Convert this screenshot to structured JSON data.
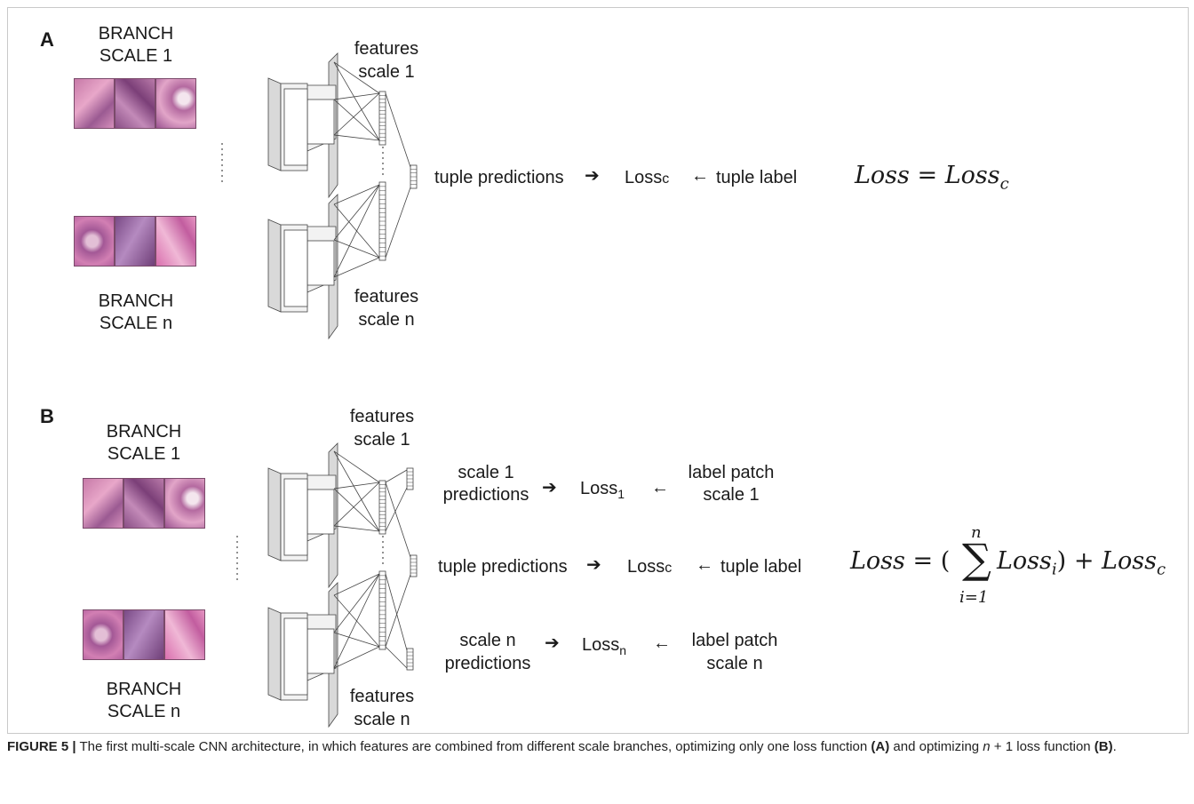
{
  "panel_a": {
    "letter": "A",
    "branch_top": [
      "BRANCH",
      "SCALE 1"
    ],
    "branch_bottom": [
      "BRANCH",
      "SCALE n"
    ],
    "features_top": [
      "features",
      "scale 1"
    ],
    "features_bottom": [
      "features",
      "scale n"
    ],
    "flow": {
      "predictions": "tuple predictions",
      "loss": "Loss",
      "loss_sub": "c",
      "label": "tuple label"
    },
    "formula": {
      "lhs": "Loss",
      "eq": "=",
      "rhs": "Loss",
      "rhs_sub": "c"
    }
  },
  "panel_b": {
    "letter": "B",
    "branch_top": [
      "BRANCH",
      "SCALE 1"
    ],
    "branch_bottom": [
      "BRANCH",
      "SCALE n"
    ],
    "features_top": [
      "features",
      "scale 1"
    ],
    "features_bottom": [
      "features",
      "scale n"
    ],
    "rows": [
      {
        "pred": [
          "scale 1",
          "predictions"
        ],
        "loss": "Loss",
        "loss_sub": "1",
        "label": [
          "label patch",
          "scale 1"
        ]
      },
      {
        "pred": [
          "tuple predictions"
        ],
        "loss": "Loss",
        "loss_sub": "c",
        "label": [
          "tuple label"
        ]
      },
      {
        "pred": [
          "scale n",
          "predictions"
        ],
        "loss": "Loss",
        "loss_sub": "n",
        "label": [
          "label patch",
          "scale n"
        ]
      }
    ],
    "formula": {
      "lhs": "Loss",
      "eq": "=",
      "open": "(",
      "sum_top": "n",
      "sum_bottom": "i=1",
      "term": "Loss",
      "term_sub": "i",
      "close": ")",
      "plus": "+",
      "rhs": "Loss",
      "rhs_sub": "c"
    }
  },
  "caption": {
    "label": "FIGURE 5 |",
    "text_1": " The first multi-scale CNN architecture, in which features are combined from different scale branches, optimizing only one loss function ",
    "ref_a": "(A)",
    "text_2": " and optimizing ",
    "n_var": "n",
    "text_3": " + 1 loss function ",
    "ref_b": "(B)",
    "text_4": "."
  },
  "colors": {
    "tissue_pink": "#c77aa8",
    "tissue_purple": "#8a4f86",
    "block_face": "#f2f2f2",
    "block_side": "#d9d9d9",
    "line": "#444444"
  }
}
